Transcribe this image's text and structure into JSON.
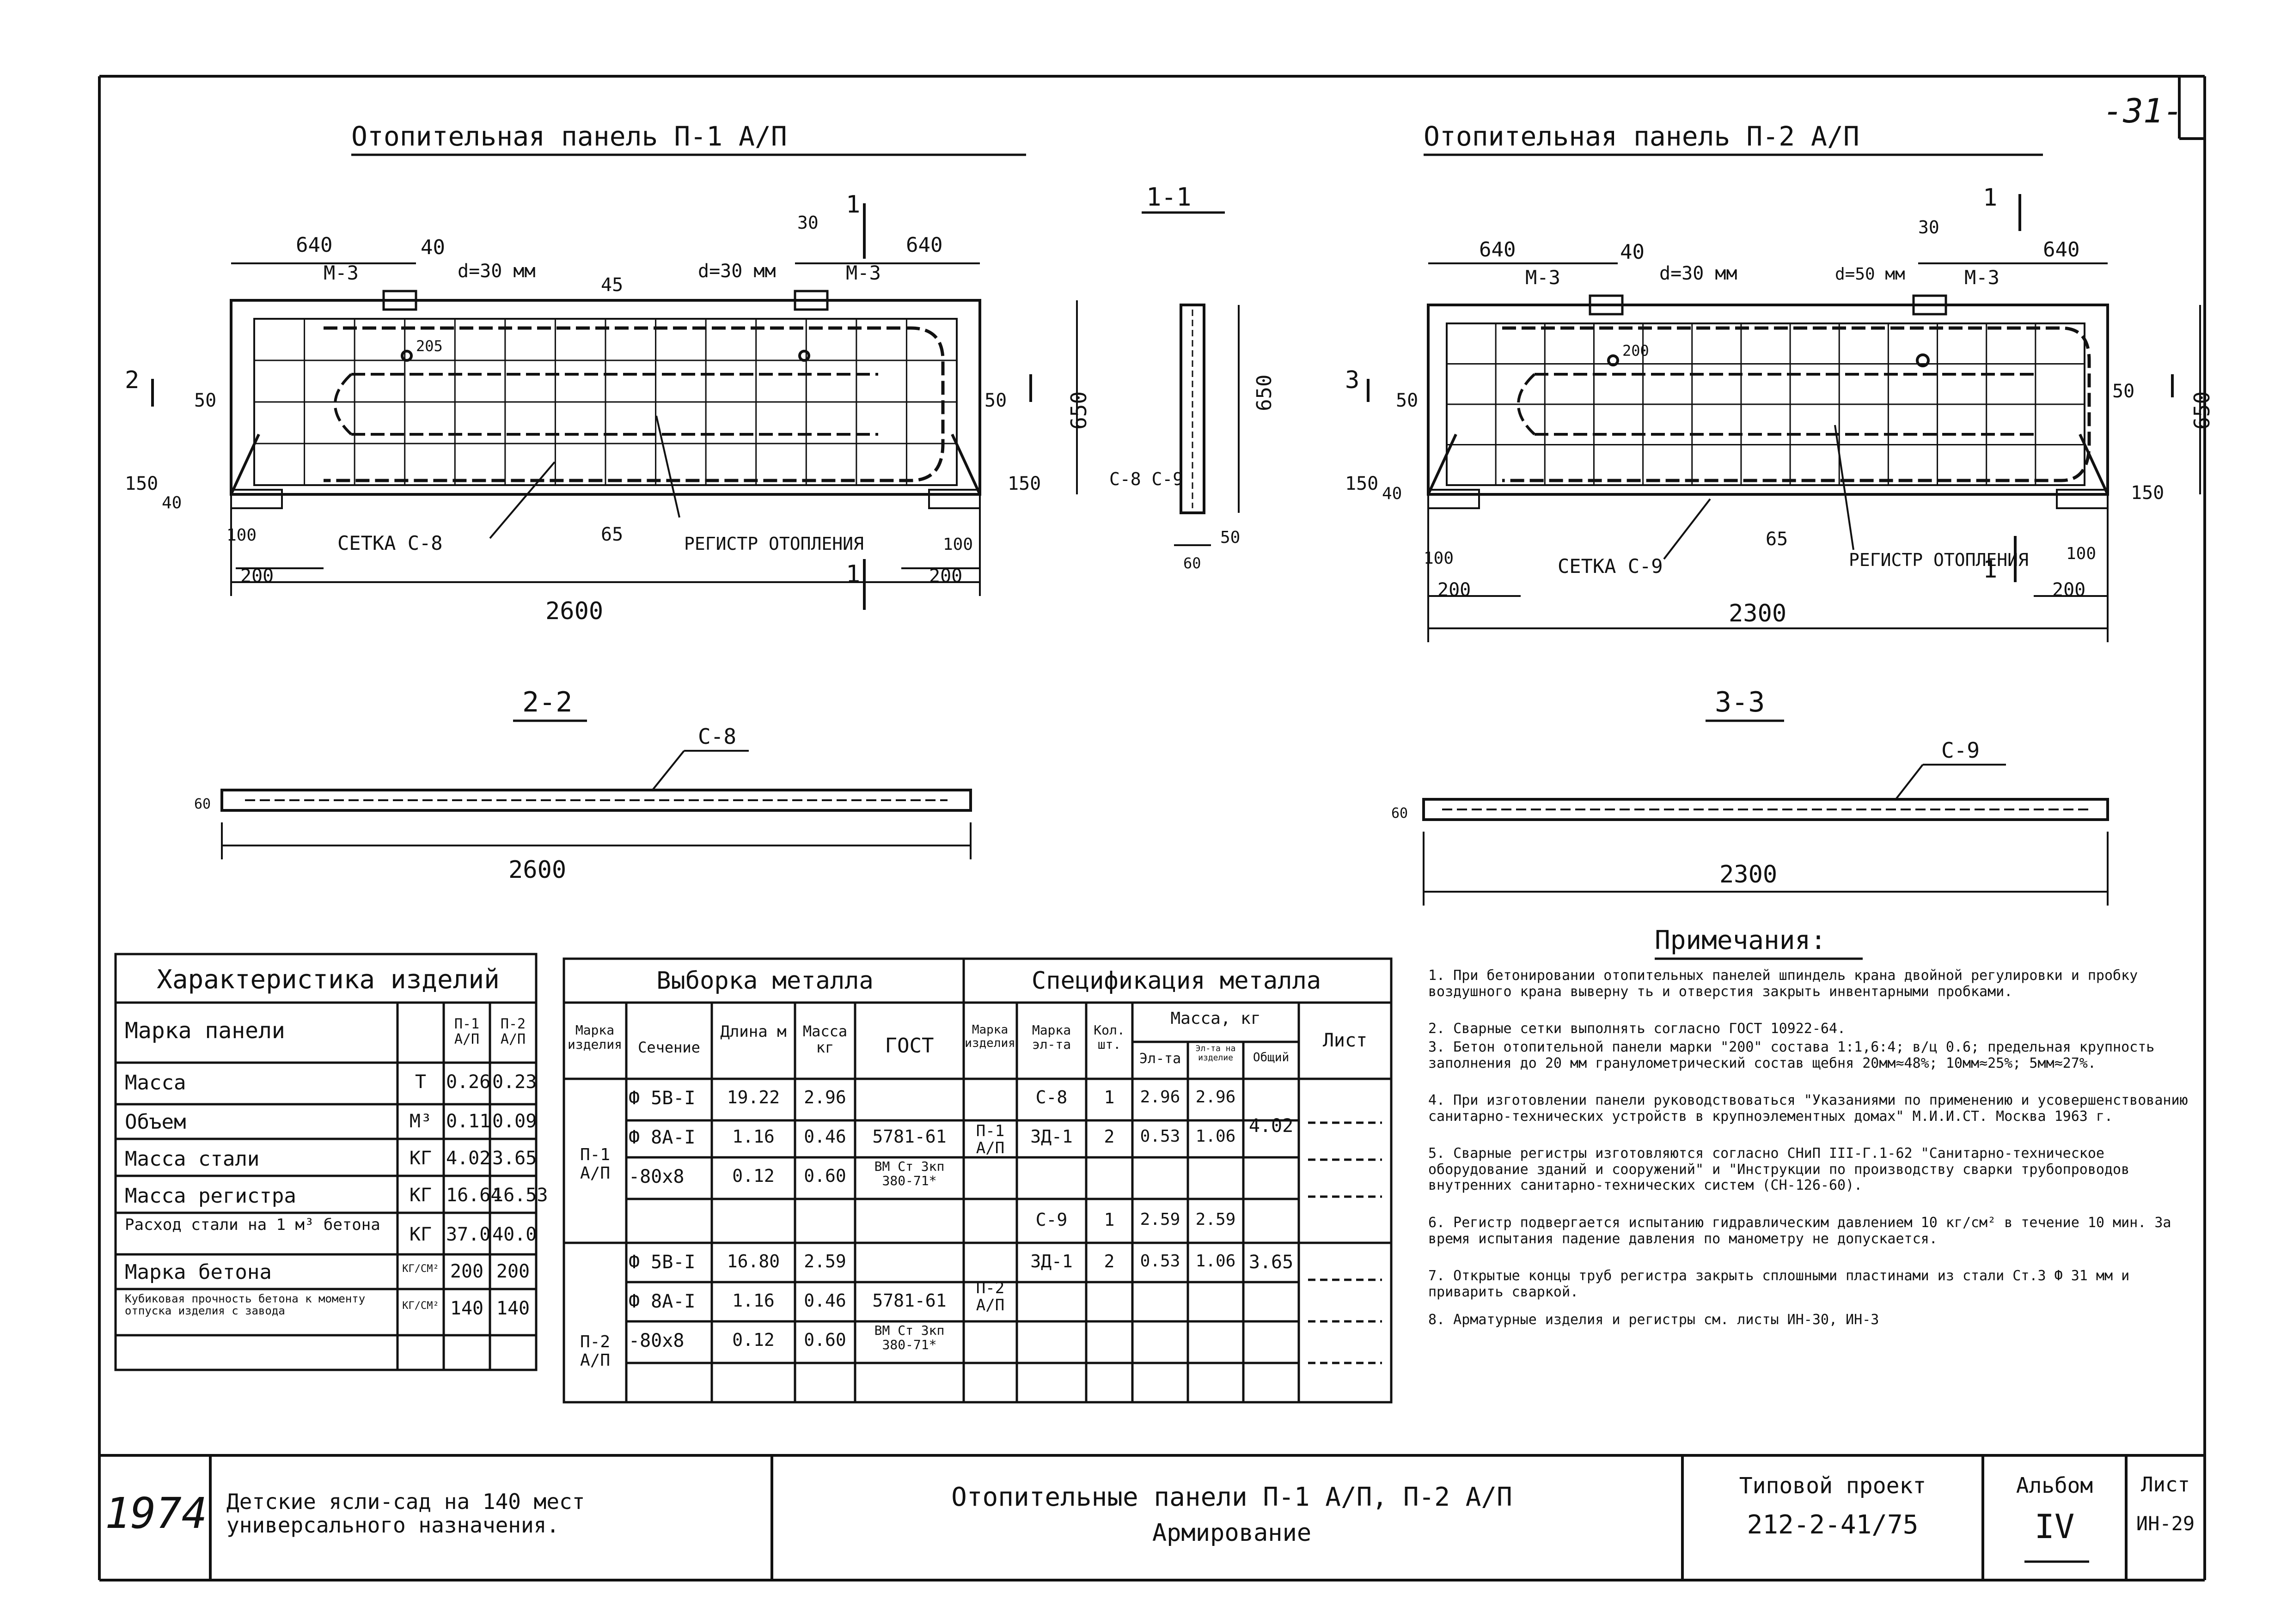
{
  "page_number": "-31-",
  "panel_left": {
    "title": "Отопительная панель П-1 А/П",
    "length_label": "2600",
    "height_label": "650",
    "dims_top": [
      "640",
      "40",
      "30",
      "640"
    ],
    "label_m3": "М-3",
    "label_d30": "d=30 мм",
    "label_45": "45",
    "label_205": "205",
    "label_50": "50",
    "label_150": "150",
    "label_40": "40",
    "label_100": "100",
    "label_200": "200",
    "label_65": "65",
    "label_grid": "СЕТКА С-8",
    "label_register": "РЕГИСТР ОТОПЛЕНИЯ",
    "sect_2": "2",
    "sect_1": "1"
  },
  "section_1_1": {
    "title": "1-1",
    "h_label": "650",
    "label_c": "С-8 С-9",
    "label_50": "50",
    "label_60": "60"
  },
  "panel_right": {
    "title": "Отопительная панель П-2 А/П",
    "length_label": "2300",
    "height_label": "650",
    "dims_top": [
      "640",
      "40",
      "30",
      "640"
    ],
    "label_m3": "М-3",
    "label_d30": "d=30 мм",
    "label_d50": "d=50 мм",
    "label_200": "200",
    "label_50": "50",
    "label_150": "150",
    "label_40": "40",
    "label_100": "100",
    "label_65": "65",
    "label_grid": "СЕТКА С-9",
    "label_register": "РЕГИСТР ОТОПЛЕНИЯ",
    "sect_3": "3",
    "sect_1": "1"
  },
  "section_2_2": {
    "title": "2-2",
    "tag": "С-8",
    "length": "2600",
    "thick": "60"
  },
  "section_3_3": {
    "title": "3-3",
    "tag": "С-9",
    "length": "2300",
    "thick": "60"
  },
  "char_table": {
    "title": "Характеристика изделий",
    "header": [
      "Марка панели",
      "",
      "П-1 А/П",
      "П-2 А/П"
    ],
    "rows": [
      [
        "Масса",
        "Т",
        "0.26",
        "0.23"
      ],
      [
        "Объем",
        "М³",
        "0.11",
        "0.09"
      ],
      [
        "Масса стали",
        "КГ",
        "4.02",
        "3.65"
      ],
      [
        "Масса регистра",
        "КГ",
        "16.64",
        "16.53"
      ],
      [
        "Расход стали на 1 м³ бетона",
        "КГ",
        "37.0",
        "40.0"
      ],
      [
        "Марка бетона",
        "КГ/СМ²",
        "200",
        "200"
      ],
      [
        "Кубиковая прочность бетона к моменту отпуска изделия с завода",
        "КГ/СМ²",
        "140",
        "140"
      ]
    ]
  },
  "metal_table": {
    "title_left": "Выборка металла",
    "title_right": "Спецификация металла",
    "header": [
      "Марка изделия",
      "Сечение",
      "Длина м",
      "Масса кг",
      "ГОСТ",
      "Марка изделия",
      "Марка эл-та",
      "Кол. шт.",
      "Масса, кг",
      "Эл-та",
      "Эл-та на изделие",
      "Общий",
      "Лист"
    ],
    "group1": {
      "mark": "П-1 А/П",
      "rows": [
        [
          "Ф 5В-I",
          "19.22",
          "2.96",
          ""
        ],
        [
          "Ф 8А-I",
          "1.16",
          "0.46",
          "5781-61"
        ],
        [
          "-80х8",
          "0.12",
          "0.60",
          "ВМ Ст 3кп 380-71*"
        ]
      ],
      "spec_mark": "П-1 А/П",
      "spec_rows": [
        [
          "С-8",
          "1",
          "2.96",
          "2.96"
        ],
        [
          "ЗД-1",
          "2",
          "0.53",
          "1.06"
        ]
      ],
      "total": "4.02"
    },
    "group2": {
      "mark": "П-2 А/П",
      "rows": [
        [
          "Ф 5В-I",
          "16.80",
          "2.59",
          ""
        ],
        [
          "Ф 8А-I",
          "1.16",
          "0.46",
          "5781-61"
        ],
        [
          "-80х8",
          "0.12",
          "0.60",
          "ВМ Ст 3кп 380-71*"
        ]
      ],
      "spec_mark": "П-2 А/П",
      "spec_rows": [
        [
          "С-9",
          "1",
          "2.59",
          "2.59"
        ],
        [
          "ЗД-1",
          "2",
          "0.53",
          "1.06"
        ]
      ],
      "total": "3.65"
    }
  },
  "notes": {
    "title": "Примечания:",
    "items": [
      "1. При бетонировании отопительных панелей шпиндель крана двойной регулировки и пробку воздушного крана выверну ть и отверстия закрыть инвентарными пробками.",
      "2. Сварные сетки выполнять согласно ГОСТ 10922-64.",
      "3. Бетон отопительной панели марки \"200\" состава 1:1,6:4; в/ц 0.6; предельная крупность заполнения до 20 мм гранулометрический состав щебня 20мм≈48%; 10мм≈25%; 5мм≈27%.",
      "4. При изготовлении панели руководствоваться \"Указаниями по применению и усовершенствованию санитарно-технических устройств в крупноэлементных домах\" М.И.И.СТ. Москва 1963 г.",
      "5. Сварные регистры изготовляются согласно СНиП III-Г.1-62 \"Санитарно-техническое оборудование зданий и сооружений\" и \"Инструкции по производству сварки трубопроводов внутренних санитарно-технических систем (СН-126-60).",
      "6. Регистр подвергается испытанию гидравлическим давлением 10 кг/см² в течение 10 мин. За время испытания падение давления по манометру не допускается.",
      "7. Открытые концы труб регистра закрыть сплошными пластинами из стали Ст.3 Ф 31 мм и приварить сваркой.",
      "8. Арматурные изделия и регистры см. листы ИН-30, ИН-3"
    ]
  },
  "title_block": {
    "year": "1974",
    "object": "Детские ясли-сад на 140 мест универсального назначения.",
    "sheet_title_1": "Отопительные панели П-1 А/П, П-2 А/П",
    "sheet_title_2": "Армирование",
    "project_label": "Типовой проект",
    "project_number": "212-2-41/75",
    "album_label": "Альбом",
    "album_number": "IV",
    "sheet_label": "Лист",
    "sheet_number": "ИН-29"
  }
}
